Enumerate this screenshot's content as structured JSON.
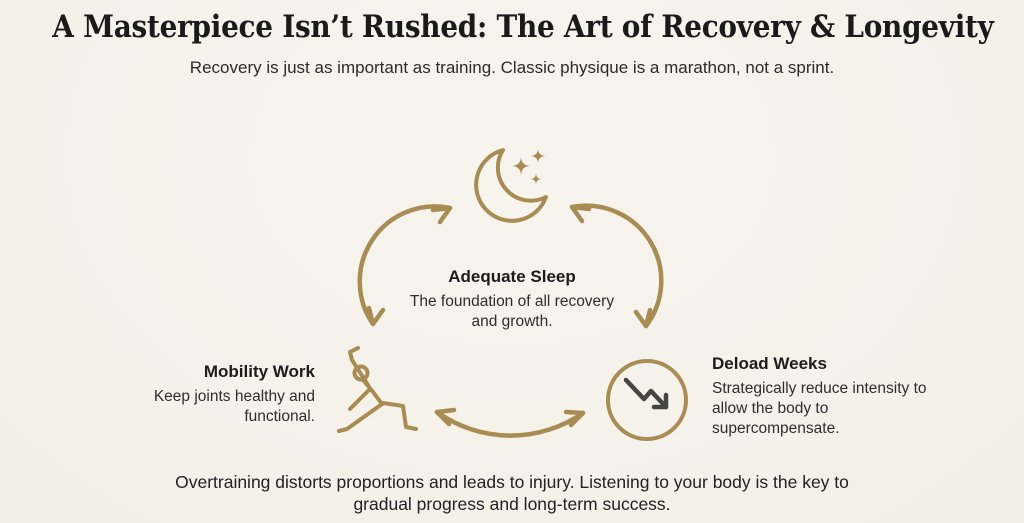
{
  "colors": {
    "background": "#f5f2eb",
    "gold": "#a98b54",
    "ink": "#1a1a1a",
    "body_text": "#2e2e2e",
    "trend_arrow": "#454541"
  },
  "header": {
    "title": "A Masterpiece Isn’t Rushed: The Art of Recovery & Longevity",
    "subtitle": "Recovery is just as important as training. Classic physique is a marathon, not a sprint."
  },
  "cycle": {
    "nodes": [
      {
        "id": "adequate-sleep",
        "icon": "crescent-moon-sparkles-icon",
        "title": "Adequate Sleep",
        "description": "The foundation of all recovery and growth."
      },
      {
        "id": "mobility-work",
        "icon": "stretching-figure-icon",
        "title": "Mobility Work",
        "description": "Keep joints healthy and functional."
      },
      {
        "id": "deload-weeks",
        "icon": "declining-trend-circle-icon",
        "title": "Deload Weeks",
        "description": "Strategically reduce intensity to allow the body to supercompensate."
      }
    ]
  },
  "footer": {
    "text": "Overtraining distorts proportions and leads to injury. Listening to your body is the key to gradual progress and long-term success."
  }
}
